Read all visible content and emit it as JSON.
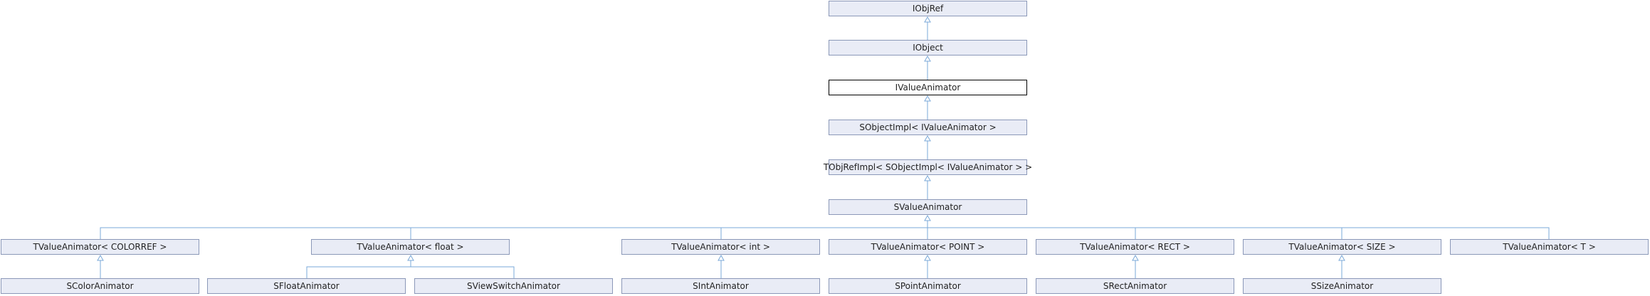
{
  "nodes": {
    "iobjref": "IObjRef",
    "iobject": "IObject",
    "ivalueanimator": "IValueAnimator",
    "sobjectimpl": "SObjectImpl< IValueAnimator >",
    "tobjrefimpl": "TObjRefImpl< SObjectImpl< IValueAnimator > >",
    "svalueanimator": "SValueAnimator",
    "tva_colorref": "TValueAnimator< COLORREF >",
    "tva_float": "TValueAnimator< float >",
    "tva_int": "TValueAnimator< int >",
    "tva_point": "TValueAnimator< POINT >",
    "tva_rect": "TValueAnimator< RECT >",
    "tva_size": "TValueAnimator< SIZE >",
    "tva_t": "TValueAnimator< T >",
    "scolor": "SColorAnimator",
    "sfloat": "SFloatAnimator",
    "sviewswitch": "SViewSwitchAnimator",
    "sint": "SIntAnimator",
    "spoint": "SPointAnimator",
    "srect": "SRectAnimator",
    "ssize": "SSizeAnimator"
  },
  "colors": {
    "node_fill": "#e9ecf6",
    "node_border": "#8b98b8",
    "current_border": "#000000",
    "edge": "#7aa8d8"
  }
}
